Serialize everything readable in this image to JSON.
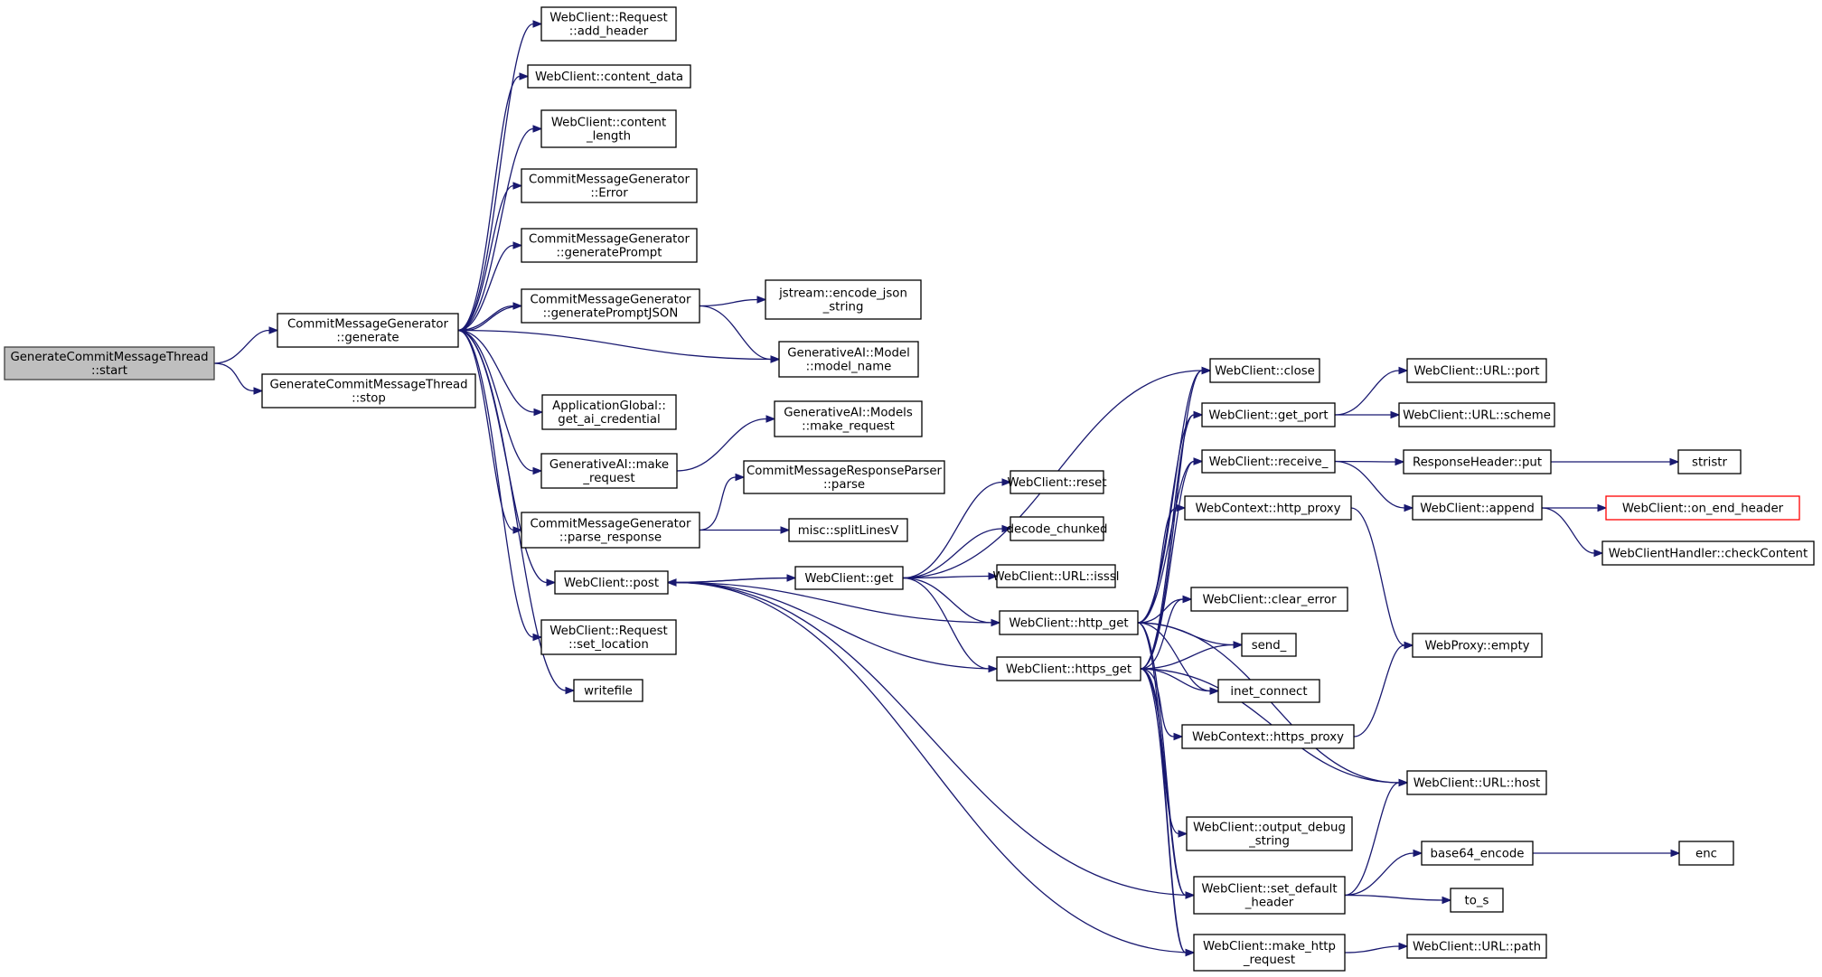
{
  "diagram": {
    "type": "call-graph",
    "nodes": [
      {
        "id": "start",
        "lines": [
          "GenerateCommitMessageThread",
          "::start"
        ],
        "style": "root"
      },
      {
        "id": "generate",
        "lines": [
          "CommitMessageGenerator",
          "::generate"
        ]
      },
      {
        "id": "stop",
        "lines": [
          "GenerateCommitMessageThread",
          "::stop"
        ]
      },
      {
        "id": "add_header",
        "lines": [
          "WebClient::Request",
          "::add_header"
        ]
      },
      {
        "id": "content_data",
        "lines": [
          "WebClient::content_data"
        ]
      },
      {
        "id": "content_length",
        "lines": [
          "WebClient::content",
          "_length"
        ]
      },
      {
        "id": "error",
        "lines": [
          "CommitMessageGenerator",
          "::Error"
        ]
      },
      {
        "id": "generatePrompt",
        "lines": [
          "CommitMessageGenerator",
          "::generatePrompt"
        ]
      },
      {
        "id": "generatePromptJSON",
        "lines": [
          "CommitMessageGenerator",
          "::generatePromptJSON"
        ]
      },
      {
        "id": "get_ai_credential",
        "lines": [
          "ApplicationGlobal::",
          "get_ai_credential"
        ]
      },
      {
        "id": "ai_make_request",
        "lines": [
          "GenerativeAI::make",
          "_request"
        ]
      },
      {
        "id": "parse_response",
        "lines": [
          "CommitMessageGenerator",
          "::parse_response"
        ]
      },
      {
        "id": "post",
        "lines": [
          "WebClient::post"
        ]
      },
      {
        "id": "set_location",
        "lines": [
          "WebClient::Request",
          "::set_location"
        ]
      },
      {
        "id": "writefile",
        "lines": [
          "writefile"
        ]
      },
      {
        "id": "encode_json_string",
        "lines": [
          "jstream::encode_json",
          "_string"
        ]
      },
      {
        "id": "model_name",
        "lines": [
          "GenerativeAI::Model",
          "::model_name"
        ]
      },
      {
        "id": "models_make_request",
        "lines": [
          "GenerativeAI::Models",
          "::make_request"
        ]
      },
      {
        "id": "response_parser_parse",
        "lines": [
          "CommitMessageResponseParser",
          "::parse"
        ]
      },
      {
        "id": "splitLinesV",
        "lines": [
          "misc::splitLinesV"
        ]
      },
      {
        "id": "get",
        "lines": [
          "WebClient::get"
        ]
      },
      {
        "id": "reset",
        "lines": [
          "WebClient::reset"
        ]
      },
      {
        "id": "decode_chunked",
        "lines": [
          "decode_chunked"
        ]
      },
      {
        "id": "isssl",
        "lines": [
          "WebClient::URL::isssl"
        ]
      },
      {
        "id": "http_get",
        "lines": [
          "WebClient::http_get"
        ]
      },
      {
        "id": "https_get",
        "lines": [
          "WebClient::https_get"
        ]
      },
      {
        "id": "close",
        "lines": [
          "WebClient::close"
        ]
      },
      {
        "id": "get_port",
        "lines": [
          "WebClient::get_port"
        ]
      },
      {
        "id": "receive_",
        "lines": [
          "WebClient::receive_"
        ]
      },
      {
        "id": "http_proxy",
        "lines": [
          "WebContext::http_proxy"
        ]
      },
      {
        "id": "clear_error",
        "lines": [
          "WebClient::clear_error"
        ]
      },
      {
        "id": "send_",
        "lines": [
          "send_"
        ]
      },
      {
        "id": "inet_connect",
        "lines": [
          "inet_connect"
        ]
      },
      {
        "id": "https_proxy",
        "lines": [
          "WebContext::https_proxy"
        ]
      },
      {
        "id": "output_debug_string",
        "lines": [
          "WebClient::output_debug",
          "_string"
        ]
      },
      {
        "id": "set_default_header",
        "lines": [
          "WebClient::set_default",
          "_header"
        ]
      },
      {
        "id": "make_http_request",
        "lines": [
          "WebClient::make_http",
          "_request"
        ]
      },
      {
        "id": "url_port",
        "lines": [
          "WebClient::URL::port"
        ]
      },
      {
        "id": "url_scheme",
        "lines": [
          "WebClient::URL::scheme"
        ]
      },
      {
        "id": "response_header_put",
        "lines": [
          "ResponseHeader::put"
        ]
      },
      {
        "id": "append",
        "lines": [
          "WebClient::append"
        ]
      },
      {
        "id": "stristr",
        "lines": [
          "stristr"
        ]
      },
      {
        "id": "on_end_header",
        "lines": [
          "WebClient::on_end_header"
        ],
        "style": "truncated"
      },
      {
        "id": "checkContent",
        "lines": [
          "WebClientHandler::checkContent"
        ]
      },
      {
        "id": "webproxy_empty",
        "lines": [
          "WebProxy::empty"
        ]
      },
      {
        "id": "url_host",
        "lines": [
          "WebClient::URL::host"
        ]
      },
      {
        "id": "base64_encode",
        "lines": [
          "base64_encode"
        ]
      },
      {
        "id": "enc",
        "lines": [
          "enc"
        ]
      },
      {
        "id": "to_s",
        "lines": [
          "to_s"
        ]
      },
      {
        "id": "url_path",
        "lines": [
          "WebClient::URL::path"
        ]
      }
    ],
    "edges": [
      [
        "start",
        "generate"
      ],
      [
        "start",
        "stop"
      ],
      [
        "generate",
        "add_header"
      ],
      [
        "generate",
        "content_data"
      ],
      [
        "generate",
        "content_length"
      ],
      [
        "generate",
        "error"
      ],
      [
        "generate",
        "generatePrompt"
      ],
      [
        "generate",
        "generatePromptJSON"
      ],
      [
        "generatePromptJSON",
        "generate"
      ],
      [
        "generate",
        "model_name"
      ],
      [
        "generate",
        "get_ai_credential"
      ],
      [
        "generate",
        "ai_make_request"
      ],
      [
        "generate",
        "parse_response"
      ],
      [
        "generate",
        "post"
      ],
      [
        "generate",
        "set_location"
      ],
      [
        "generate",
        "writefile"
      ],
      [
        "generatePromptJSON",
        "encode_json_string"
      ],
      [
        "generatePromptJSON",
        "model_name"
      ],
      [
        "ai_make_request",
        "models_make_request"
      ],
      [
        "parse_response",
        "response_parser_parse"
      ],
      [
        "parse_response",
        "splitLinesV"
      ],
      [
        "post",
        "get"
      ],
      [
        "get",
        "post"
      ],
      [
        "get",
        "close"
      ],
      [
        "get",
        "reset"
      ],
      [
        "get",
        "decode_chunked"
      ],
      [
        "get",
        "isssl"
      ],
      [
        "get",
        "http_get"
      ],
      [
        "get",
        "https_get"
      ],
      [
        "http_get",
        "post"
      ],
      [
        "https_get",
        "post"
      ],
      [
        "set_default_header",
        "post"
      ],
      [
        "make_http_request",
        "post"
      ],
      [
        "http_get",
        "close"
      ],
      [
        "http_get",
        "get_port"
      ],
      [
        "http_get",
        "receive_"
      ],
      [
        "http_get",
        "http_proxy"
      ],
      [
        "http_get",
        "clear_error"
      ],
      [
        "http_get",
        "send_"
      ],
      [
        "http_get",
        "inet_connect"
      ],
      [
        "http_get",
        "url_host"
      ],
      [
        "http_get",
        "set_default_header"
      ],
      [
        "http_get",
        "make_http_request"
      ],
      [
        "https_get",
        "close"
      ],
      [
        "https_get",
        "get_port"
      ],
      [
        "https_get",
        "receive_"
      ],
      [
        "https_get",
        "clear_error"
      ],
      [
        "https_get",
        "send_"
      ],
      [
        "https_get",
        "inet_connect"
      ],
      [
        "https_get",
        "https_proxy"
      ],
      [
        "https_get",
        "url_host"
      ],
      [
        "https_get",
        "output_debug_string"
      ],
      [
        "https_get",
        "set_default_header"
      ],
      [
        "https_get",
        "make_http_request"
      ],
      [
        "get_port",
        "url_port"
      ],
      [
        "get_port",
        "url_scheme"
      ],
      [
        "receive_",
        "response_header_put"
      ],
      [
        "receive_",
        "append"
      ],
      [
        "response_header_put",
        "stristr"
      ],
      [
        "append",
        "on_end_header"
      ],
      [
        "append",
        "checkContent"
      ],
      [
        "http_proxy",
        "webproxy_empty"
      ],
      [
        "https_proxy",
        "webproxy_empty"
      ],
      [
        "set_default_header",
        "url_host"
      ],
      [
        "set_default_header",
        "base64_encode"
      ],
      [
        "set_default_header",
        "to_s"
      ],
      [
        "base64_encode",
        "enc"
      ],
      [
        "make_http_request",
        "url_path"
      ]
    ]
  }
}
